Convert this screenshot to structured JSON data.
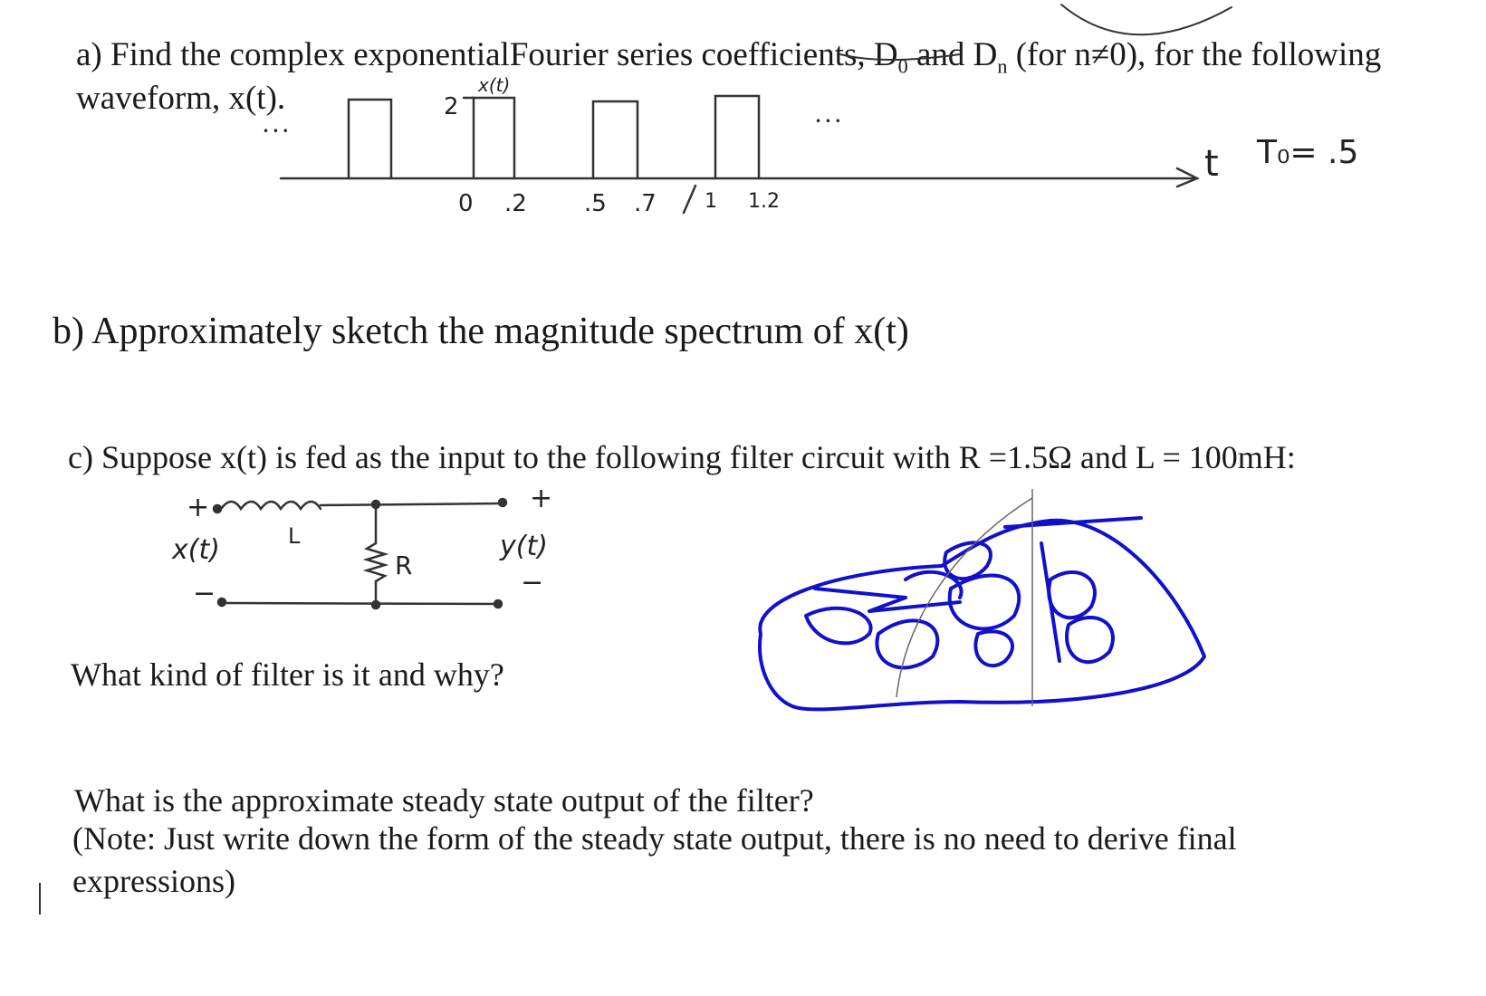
{
  "question_a": {
    "prefix": "a) Find the complex exponential",
    "middle": "Fourier series coefficients, D",
    "sub0": "0",
    "and": " and D",
    "subn": "n",
    "suffix": " (for n≠0), for the following",
    "line2": "waveform, x(t)."
  },
  "waveform_annotations": {
    "x_of_t": "x(t)",
    "amplitude": "2",
    "ellipsis_left": "• • •",
    "ellipsis_right": "• • •",
    "axis_label": "t",
    "period": "T₀= .5",
    "ticks": [
      "0",
      ".2",
      ".5",
      ".7",
      "1",
      "1.2"
    ]
  },
  "question_b": {
    "text": "b) Approximately sketch the magnitude spectrum of x(t)"
  },
  "question_c": {
    "text": "c) Suppose x(t) is fed as the input to the following filter circuit with R =1.5Ω and L = 100mH:",
    "filter_question": "What kind of filter is it and why?"
  },
  "circuit_labels": {
    "plus_in": "+",
    "minus_in": "−",
    "input": "x(t)",
    "inductor": "L",
    "resistor": "R",
    "plus_out": "+",
    "minus_out": "−",
    "output": "y(t)"
  },
  "question_d": {
    "line1": "What is the approximate steady state output of the filter?",
    "line2": "(Note: Just write down the form of the steady state output, there is no need to derive final",
    "line3": "expressions)"
  },
  "colors": {
    "ink": "#1a1a1a",
    "scribble": "#1111cc"
  }
}
